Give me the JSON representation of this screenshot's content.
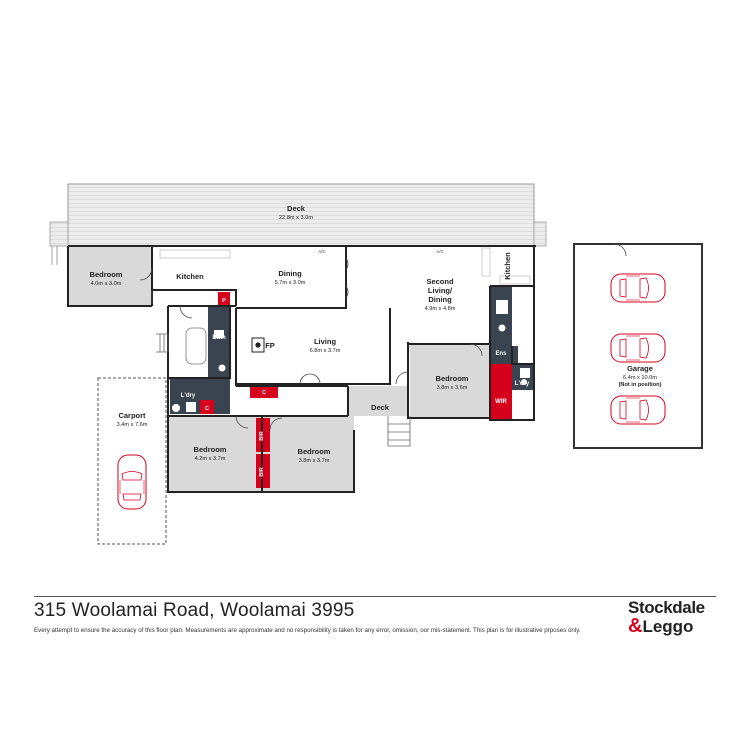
{
  "rooms": {
    "deck_top": {
      "name": "Deck",
      "dim": "22.8m x 3.0m"
    },
    "bedroom_w": {
      "name": "Bedroom",
      "dim": "4.0m x 3.0m"
    },
    "kitchen_w": {
      "name": "Kitchen"
    },
    "dining": {
      "name": "Dining",
      "dim": "5.7m x 3.0m"
    },
    "second_living": {
      "name_lines": [
        "Second",
        "Living/",
        "Dining"
      ],
      "dim": "4.9m x 4.8m"
    },
    "kitchen_e": {
      "name": "Kitchen"
    },
    "bath": {
      "name": "Bath"
    },
    "fp": {
      "name": "FP"
    },
    "living": {
      "name": "Living",
      "dim": "6.8m x 3.7m"
    },
    "ens": {
      "name": "Ens"
    },
    "bedroom_e": {
      "name": "Bedroom",
      "dim": "3.8m x 3.6m"
    },
    "ldry_e": {
      "name": "L'dry"
    },
    "wir": {
      "name": "WIR"
    },
    "ldry_w": {
      "name": "L'dry"
    },
    "carport": {
      "name": "Carport",
      "dim": "3.4m x 7.6m"
    },
    "deck_small": {
      "name": "Deck"
    },
    "bedroom_sw": {
      "name": "Bedroom",
      "dim": "4.2m x 3.7m"
    },
    "bedroom_s": {
      "name": "Bedroom",
      "dim": "3.8m x 3.7m"
    },
    "garage": {
      "name": "Garage",
      "dim": "6.4m x 10.0m",
      "note": "(Not in position)"
    }
  },
  "labels": {
    "ac": "A/C",
    "pantry": "P",
    "cupboard": "C",
    "bir": "BIR"
  },
  "colors": {
    "accent_red": "#d6001c",
    "room_grey": "#d9d9d9",
    "wet_area": "#3a4450",
    "wall": "#222222"
  },
  "footer": {
    "address": "315 Woolamai Road, Woolamai 3995",
    "disclaimer": "Every attempt to ensure the accuracy of this floor plan.  Measurements are approximate and no responsibility is taken for any error, omission, oor mis-statement.  This plan is for illustrative prposes only.",
    "logo_top": "Stockdale",
    "logo_amp": "&",
    "logo_bottom": "Leggo"
  }
}
